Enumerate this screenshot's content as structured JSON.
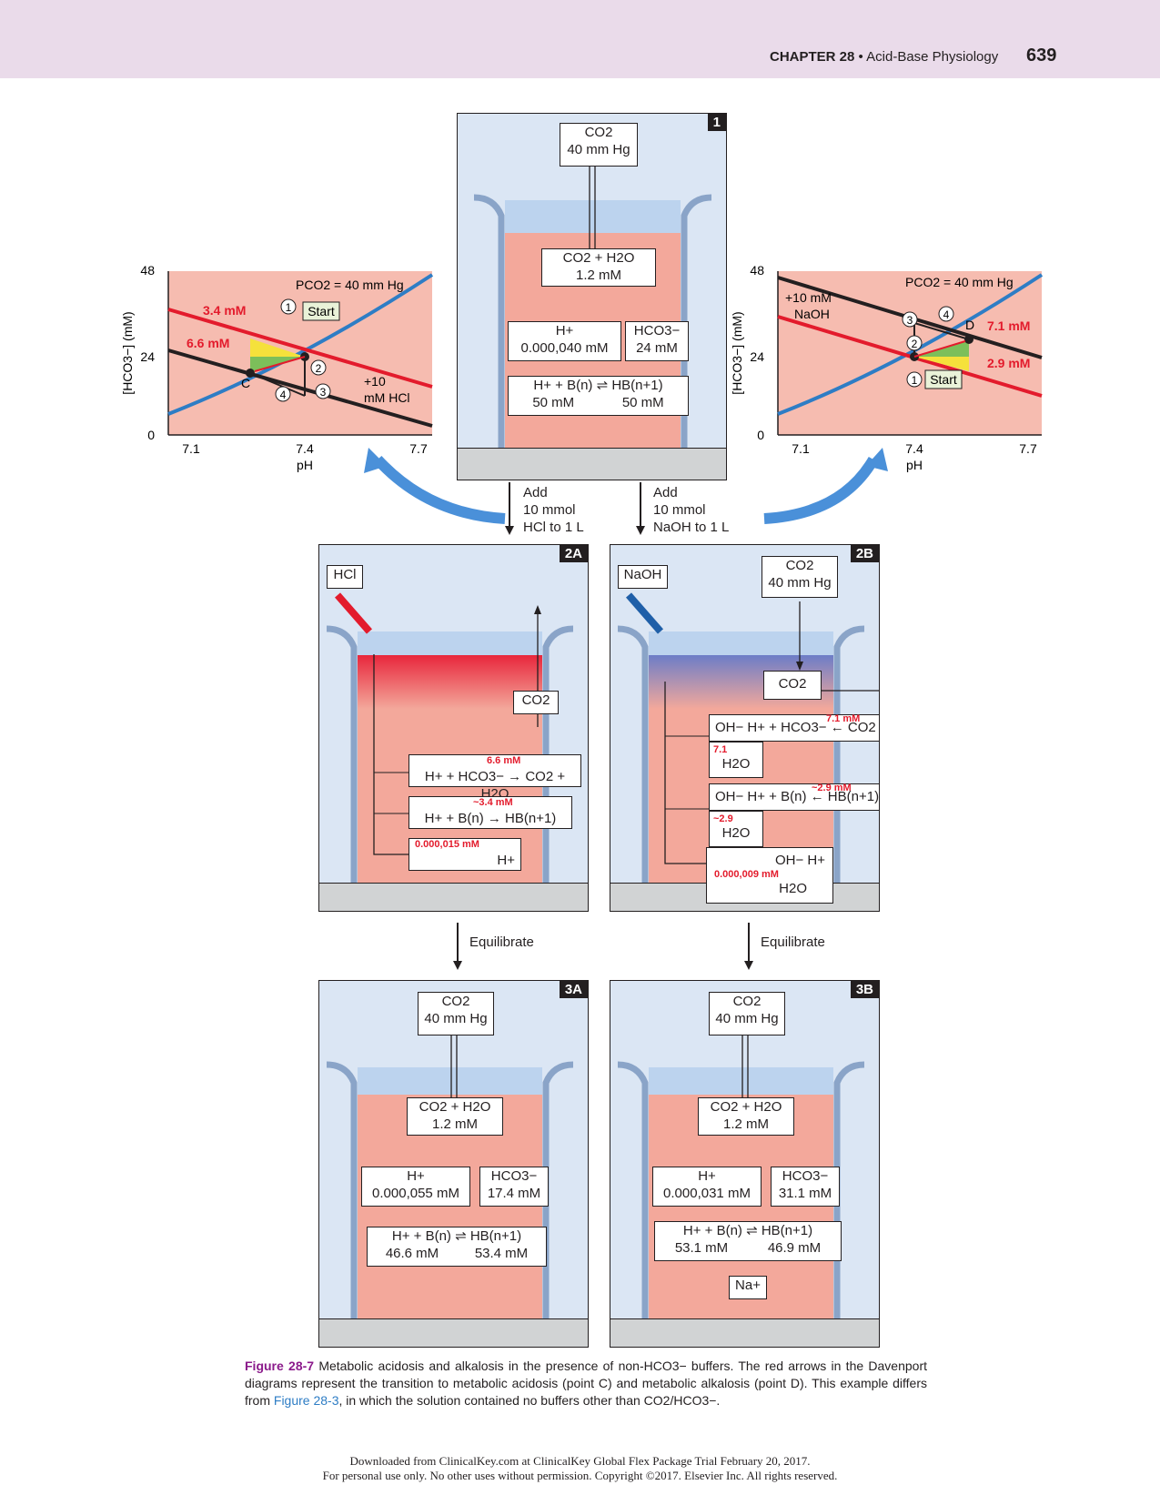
{
  "header": {
    "chapter": "CHAPTER 28",
    "separator": "•",
    "chapter_title": "Acid-Base Physiology",
    "page_number": "639"
  },
  "panel1": {
    "tag": "1",
    "co2_gas": [
      "CO2",
      "40 mm Hg"
    ],
    "co2_h2o": [
      "CO2 + H2O",
      "1.2 mM"
    ],
    "h_label": "H+",
    "h_value": "0.000,040 mM",
    "hco3_label": "HCO3−",
    "hco3_value": "24 mM",
    "buffer_eq": "H+ + B(n) ⇌ HB(n+1)",
    "b_value": "50 mM",
    "hb_value": "50 mM"
  },
  "arrows": {
    "add_hcl": [
      "Add",
      "10 mmol",
      "HCl to 1 L"
    ],
    "add_naoh": [
      "Add",
      "10 mmol",
      "NaOH to 1 L"
    ],
    "equilibrate": "Equilibrate"
  },
  "left_chart": {
    "y_axis": "[HCO3−] (mM)",
    "x_axis": "pH",
    "y_ticks": [
      "48",
      "24",
      "0"
    ],
    "x_ticks": [
      "7.1",
      "7.4",
      "7.7"
    ],
    "isobar": "PCO2 = 40 mm Hg",
    "label_34": "3.4 mM",
    "label_66": "6.6 mM",
    "start": "Start",
    "point_c": "C",
    "shift": [
      "+10",
      "mM HCl"
    ],
    "steps": [
      "1",
      "2",
      "3",
      "4"
    ]
  },
  "right_chart": {
    "y_axis": "[HCO3−] (mM)",
    "x_axis": "pH",
    "y_ticks": [
      "48",
      "24",
      "0"
    ],
    "x_ticks": [
      "7.1",
      "7.4",
      "7.7"
    ],
    "isobar": "PCO2 = 40 mm Hg",
    "label_71": "7.1 mM",
    "label_29": "2.9 mM",
    "start": "Start",
    "point_d": "D",
    "shift": [
      "+10 mM",
      "NaOH"
    ],
    "steps": [
      "1",
      "2",
      "3",
      "4"
    ]
  },
  "panel2a": {
    "tag": "2A",
    "reagent": "HCl",
    "co2": "CO2",
    "rxn1": "H+ + HCO3− → CO2 + H2O",
    "rxn1_amt": "6.6 mM",
    "rxn2": "H+ + B(n) → HB(n+1)",
    "rxn2_amt": "~3.4 mM",
    "rxn3_amt": "0.000,015 mM",
    "rxn3": "H+"
  },
  "panel2b": {
    "tag": "2B",
    "reagent": "NaOH",
    "co2_gas": [
      "CO2",
      "40 mm Hg"
    ],
    "co2": "CO2",
    "rxn1": "OH− H+ + HCO3− ← CO2 + H2O",
    "rxn1_amt": "7.1 mM",
    "rxn1_oh": "7.1",
    "rxn2": "OH− H+ + B(n) ← HB(n+1)",
    "rxn2_amt": "~2.9 mM",
    "rxn2_oh": "~2.9",
    "water": "H2O",
    "rxn3": "OH− H+",
    "rxn3_amt": "0.000,009 mM"
  },
  "panel3a": {
    "tag": "3A",
    "co2_gas": [
      "CO2",
      "40 mm Hg"
    ],
    "co2_h2o": [
      "CO2 + H2O",
      "1.2 mM"
    ],
    "h_label": "H+",
    "h_value": "0.000,055 mM",
    "hco3_label": "HCO3−",
    "hco3_value": "17.4 mM",
    "buffer_eq": "H+ + B(n) ⇌ HB(n+1)",
    "b_value": "46.6 mM",
    "hb_value": "53.4 mM"
  },
  "panel3b": {
    "tag": "3B",
    "co2_gas": [
      "CO2",
      "40 mm Hg"
    ],
    "co2_h2o": [
      "CO2 + H2O",
      "1.2 mM"
    ],
    "h_label": "H+",
    "h_value": "0.000,031 mM",
    "hco3_label": "HCO3−",
    "hco3_value": "31.1 mM",
    "buffer_eq": "H+ + B(n) ⇌ HB(n+1)",
    "b_value": "53.1 mM",
    "hb_value": "46.9 mM",
    "na": "Na+"
  },
  "caption": {
    "figure": "Figure 28-7",
    "text_a": "Metabolic acidosis and alkalosis in the presence of non-HCO3− buffers. The red arrows in the Davenport diagrams represent the transition to metabolic acidosis (point C) and metabolic alkalosis (point D). This example differs from",
    "ref": "Figure 28-3",
    "text_b": ", in which the solution contained no buffers other than CO2/HCO3−."
  },
  "footer": {
    "line1": "Downloaded from ClinicalKey.com at ClinicalKey Global Flex Package Trial February 20, 2017.",
    "line2": "For personal use only. No other uses without permission. Copyright ©2017. Elsevier Inc. All rights reserved."
  }
}
